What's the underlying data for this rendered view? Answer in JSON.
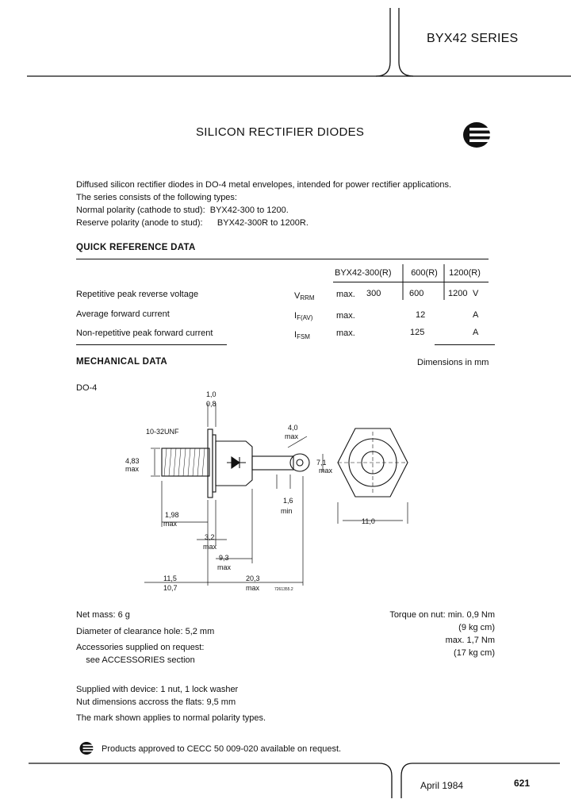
{
  "header": {
    "series": "BYX42 SERIES"
  },
  "title": "SILICON RECTIFIER DIODES",
  "intro": [
    "Diffused silicon rectifier diodes in DO-4 metal envelopes, intended for power rectifier applications.",
    "The series consists of the following types:",
    "Normal polarity (cathode to stud):  BYX42-300 to 1200.",
    "Reserve polarity (anode to stud):      BYX42-300R to 1200R."
  ],
  "quick_ref": {
    "heading": "QUICK REFERENCE DATA",
    "columns": [
      "BYX42-300(R)",
      "600(R)",
      "1200(R)"
    ],
    "rows": [
      {
        "label": "Repetitive peak reverse voltage",
        "sym": "V",
        "sub": "RRM",
        "cond": "max.",
        "v1": "300",
        "v2": "600",
        "v3": "1200",
        "unit": "V"
      },
      {
        "label": "Average forward current",
        "sym": "I",
        "sub": "F(AV)",
        "cond": "max.",
        "vall": "12",
        "unit": "A"
      },
      {
        "label": "Non-repetitive peak forward current",
        "sym": "I",
        "sub": "FSM",
        "cond": "max.",
        "vall": "125",
        "unit": "A"
      }
    ]
  },
  "mech": {
    "heading": "MECHANICAL DATA",
    "units": "Dimensions in mm",
    "package": "DO-4"
  },
  "drawing": {
    "d_top_a": "1,0",
    "d_top_b": "0,8",
    "thread": "10-32UNF",
    "d_483": "4,83",
    "d_max": "max",
    "d_40": "4,0",
    "d_71": "7,1",
    "d_16": "1,6",
    "d_min": "min",
    "d_198": "1,98",
    "d_32": "3,2",
    "d_93": "9,3",
    "d_115": "11,5",
    "d_107": "10,7",
    "d_203": "20,3",
    "d_110": "11,0",
    "code": "7261355.2"
  },
  "notes_left": [
    "Net mass: 6 g",
    "Diameter of clearance hole: 5,2 mm",
    "Accessories supplied on request:",
    "    see ACCESSORIES section"
  ],
  "notes_right": [
    "Torque on nut: min. 0,9 Nm",
    "(9 kg cm)",
    "max. 1,7 Nm",
    "(17 kg cm)"
  ],
  "supplied": [
    "Supplied with device: 1 nut, 1 lock washer",
    "Nut dimensions accross the flats: 9,5 mm",
    "The mark shown applies to normal polarity types."
  ],
  "approval": "Products approved to CECC 50 009-020 available on request.",
  "footer": {
    "date": "April 1984",
    "page": "621"
  }
}
